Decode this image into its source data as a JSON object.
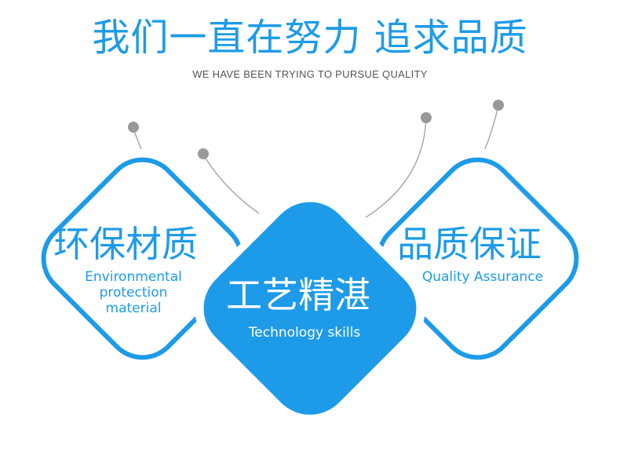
{
  "header": {
    "title": "我们一直在努力 追求品质",
    "subtitle": "WE HAVE BEEN TRYING TO PURSUE QUALITY"
  },
  "cards": {
    "left": {
      "title": "环保材质",
      "subtitle_lines": [
        "Environmental",
        "protection",
        "material"
      ]
    },
    "center": {
      "title": "工艺精湛",
      "subtitle": "Technology skills"
    },
    "right": {
      "title": "品质保证",
      "subtitle": "Quality Assurance"
    }
  },
  "colors": {
    "accent": "#1d9be8",
    "gray": "#9a9a9a",
    "text": "#555555"
  }
}
